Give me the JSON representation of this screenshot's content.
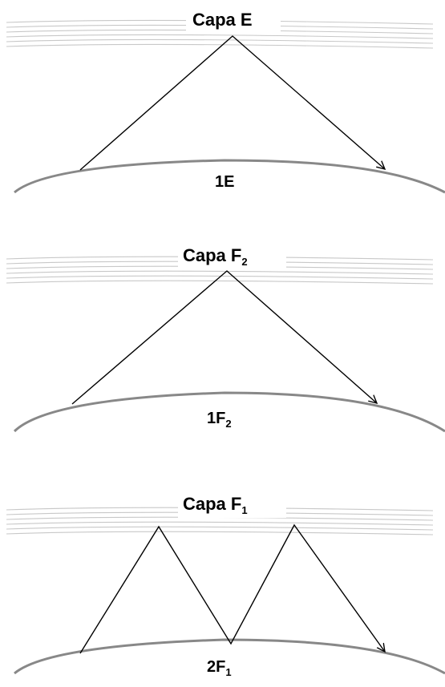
{
  "panels": [
    {
      "layer": {
        "text": "Capa E",
        "sub": ""
      },
      "mode": {
        "text": "1E",
        "sub": ""
      },
      "hops": 1
    },
    {
      "layer": {
        "text": "Capa F",
        "sub": "2"
      },
      "mode": {
        "text": "1F",
        "sub": "2"
      },
      "hops": 1
    },
    {
      "layer": {
        "text": "Capa F",
        "sub": "1"
      },
      "mode": {
        "text": "2F",
        "sub": "1"
      },
      "hops": 2
    }
  ],
  "colors": {
    "earth_curve": "#888888",
    "ionosphere_hatch": "#c8c8c8",
    "ray": "#000000"
  }
}
